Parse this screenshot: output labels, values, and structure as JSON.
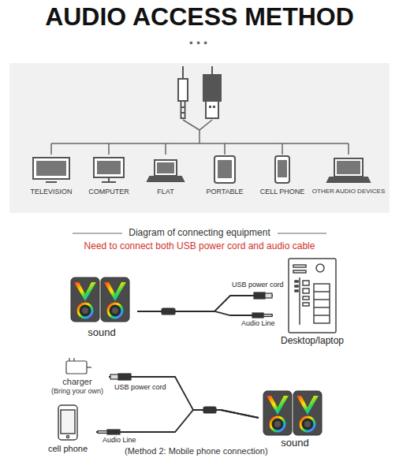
{
  "diagram": {
    "title": "AUDIO ACCESS METHOD",
    "nodes": [
      {
        "text": [
          "TELEVISION"
        ]
      },
      {
        "text": [
          "COMPUTER"
        ]
      },
      {
        "text": [
          "FLAT"
        ]
      },
      {
        "text": [
          "PORTABLE"
        ]
      },
      {
        "text": [
          "CELL PHONE"
        ]
      },
      {
        "text": [
          "OTHER AUDIO DEVICES"
        ]
      },
      {
        "text": [
          "sound"
        ]
      },
      {
        "text": [
          "Desktop/laptop"
        ]
      },
      {
        "text": [
          "charger",
          "(Bring your own)"
        ]
      },
      {
        "text": [
          "cell phone"
        ]
      },
      {
        "text": [
          "sound"
        ]
      }
    ],
    "edges": [
      {
        "from": 6,
        "to": 7,
        "arrow": "none",
        "label": "USB power cord"
      },
      {
        "from": 6,
        "to": 7,
        "arrow": "none",
        "label": "Audio Line"
      },
      {
        "from": 10,
        "to": 8,
        "arrow": "none",
        "label": "USB power cord"
      },
      {
        "from": 10,
        "to": 9,
        "arrow": "none",
        "label": "Audio Line"
      }
    ],
    "labels": [
      "...",
      "Diagram of connecting equipment",
      "Need to connect both USB power cord and audio cable",
      "(Method 2: Mobile phone connection)"
    ]
  }
}
